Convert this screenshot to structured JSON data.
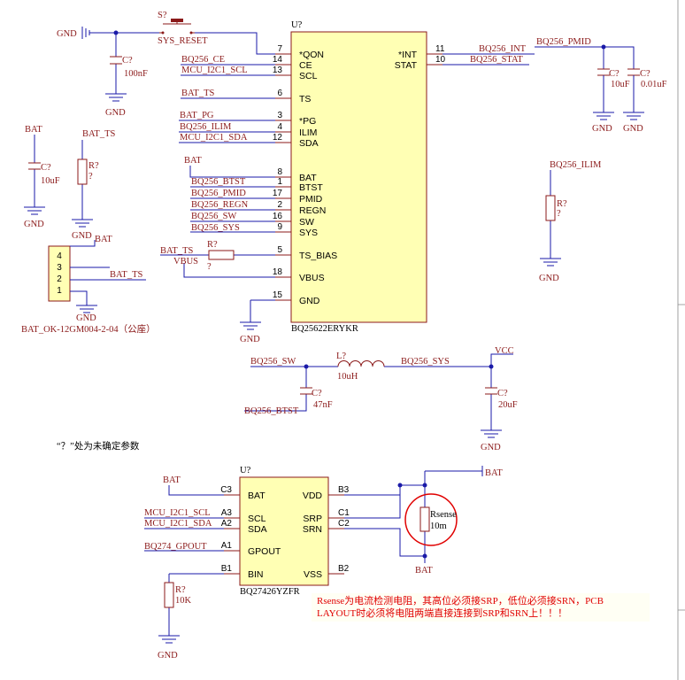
{
  "u1": {
    "ref": "U?",
    "part": "BQ25622ERYKR",
    "left_pins": [
      {
        "num": "7",
        "name": "*QON"
      },
      {
        "num": "14",
        "name": "CE"
      },
      {
        "num": "13",
        "name": "SCL"
      },
      {
        "num": "6",
        "name": "TS"
      },
      {
        "num": "3",
        "name": "*PG"
      },
      {
        "num": "4",
        "name": "ILIM"
      },
      {
        "num": "12",
        "name": "SDA"
      },
      {
        "num": "8",
        "name": "BAT"
      },
      {
        "num": "1",
        "name": "BTST"
      },
      {
        "num": "17",
        "name": "PMID"
      },
      {
        "num": "2",
        "name": "REGN"
      },
      {
        "num": "16",
        "name": "SW"
      },
      {
        "num": "9",
        "name": "SYS"
      },
      {
        "num": "5",
        "name": "TS_BIAS"
      },
      {
        "num": "18",
        "name": "VBUS"
      },
      {
        "num": "15",
        "name": "GND"
      }
    ],
    "right_pins": [
      {
        "num": "11",
        "name": "*INT"
      },
      {
        "num": "10",
        "name": "STAT"
      }
    ]
  },
  "u2": {
    "ref": "U?",
    "part": "BQ27426YZFR",
    "left_pins": [
      {
        "num": "C3",
        "name": "BAT"
      },
      {
        "num": "A3",
        "name": "SCL"
      },
      {
        "num": "A2",
        "name": "SDA"
      },
      {
        "num": "A1",
        "name": "GPOUT"
      },
      {
        "num": "B1",
        "name": "BIN"
      }
    ],
    "right_pins": [
      {
        "num": "B3",
        "name": "VDD"
      },
      {
        "num": "C1",
        "name": "SRP"
      },
      {
        "num": "C2",
        "name": "SRN"
      },
      {
        "num": "B2",
        "name": "VSS"
      }
    ]
  },
  "nets": {
    "gnd": "GND",
    "bat": "BAT",
    "bat_ts": "BAT_TS",
    "vbus": "VBUS",
    "vcc": "VCC",
    "bq256_ce": "BQ256_CE",
    "mcu_scl": "MCU_I2C1_SCL",
    "bat_ts_u1": "BAT_TS",
    "bat_pg": "BAT_PG",
    "bq256_ilim": "BQ256_ILIM",
    "mcu_sda": "MCU_I2C1_SDA",
    "bq256_btst": "BQ256_BTST",
    "bq256_pmid": "BQ256_PMID",
    "bq256_regn": "BQ256_REGN",
    "bq256_sw": "BQ256_SW",
    "bq256_sys": "BQ256_SYS",
    "bq256_int": "BQ256_INT",
    "bq256_stat": "BQ256_STAT",
    "ilim_net": "BQ256_ILIM",
    "sw_net": "BQ256_SW",
    "sys_net": "BQ256_SYS",
    "btst_net": "BQ256_BTST",
    "mcu_scl_u2": "MCU_I2C1_SCL",
    "mcu_sda_u2": "MCU_I2C1_SDA",
    "bq274_gpout": "BQ274_GPOUT"
  },
  "parts": {
    "sw": {
      "ref": "S?",
      "label": "SYS_RESET"
    },
    "c_top": {
      "ref": "C?",
      "value": "100nF"
    },
    "c_bat": {
      "ref": "C?",
      "value": "10uF"
    },
    "r_ts": {
      "ref": "R?",
      "value": "?"
    },
    "c_pmid1": {
      "ref": "C?",
      "value": "10uF"
    },
    "c_pmid2": {
      "ref": "C?",
      "value": "0.01uF"
    },
    "r_ilim": {
      "ref": "R?",
      "value": "?"
    },
    "r_tsbias": {
      "ref": "R?",
      "value": "?"
    },
    "inductor": {
      "ref": "L?",
      "value": "10uH"
    },
    "c_btst": {
      "ref": "C?",
      "value": "47nF"
    },
    "c_sys": {
      "ref": "C?",
      "value": "20uF"
    },
    "r_bin": {
      "ref": "R?",
      "value": "10K"
    },
    "rsense": {
      "ref": "Rsense",
      "value": "10m"
    }
  },
  "connector": {
    "pins": [
      "4",
      "3",
      "2",
      "1"
    ],
    "label": "BAT_OK-12GM004-2-04（公座）"
  },
  "notes": {
    "unknown": "“？”处为未确定参数",
    "rsense_line1": "Rsense为电流检测电阻，其高位必须接SRP，低位必须接SRN，PCB",
    "rsense_line2": "LAYOUT时必须将电阻两端直接连接到SRP和SRN上！！！"
  }
}
